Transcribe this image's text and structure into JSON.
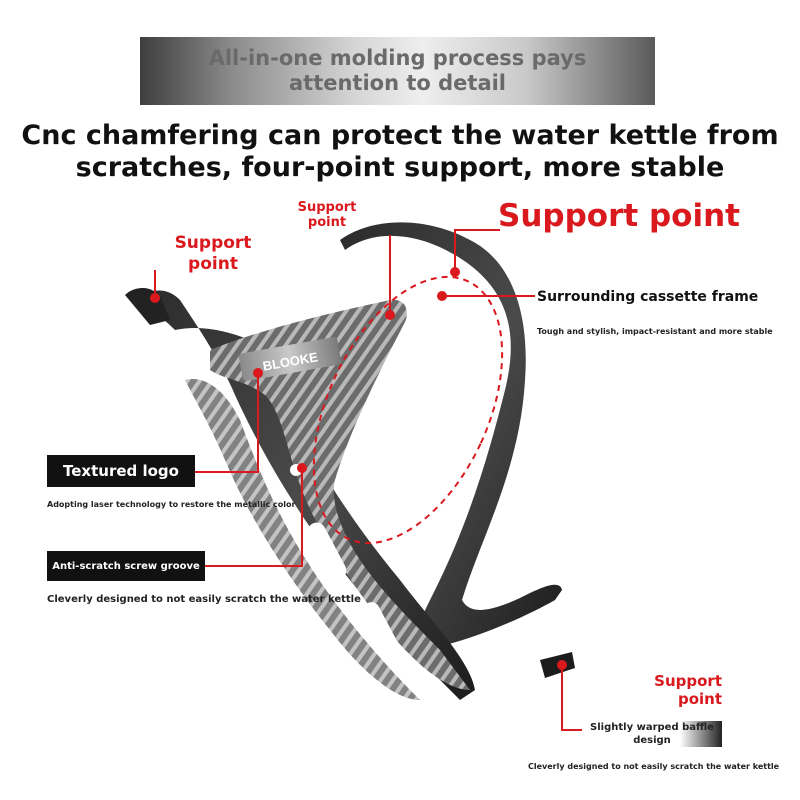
{
  "banner": {
    "line1": "All-in-one molding process pays",
    "line2": "attention to detail"
  },
  "headline": {
    "line1": "Cnc chamfering can protect the water kettle from",
    "line2": "scratches, four-point support, more stable"
  },
  "callouts": {
    "support_top_left": {
      "line1": "Support",
      "line2": "point"
    },
    "support_top_center": {
      "line1": "Support",
      "line2": "point"
    },
    "support_big": "Support point",
    "support_bottom": {
      "line1": "Support",
      "line2": "point"
    },
    "frame": {
      "title": "Surrounding cassette frame",
      "desc": "Tough and stylish, impact-resistant and more stable"
    },
    "logo": {
      "title": "Textured logo",
      "desc": "Adopting laser technology to restore the metallic color"
    },
    "groove": {
      "title": "Anti-scratch screw groove",
      "desc": "Cleverly designed to not easily scratch the water kettle"
    },
    "baffle": {
      "title_line1": "Slightly warped baffle",
      "title_line2": "design",
      "desc": "Cleverly designed to not easily scratch the water kettle"
    }
  },
  "product": {
    "brand": "BLOOKE"
  },
  "colors": {
    "accent_red": "#d9191d",
    "box_black": "#111111"
  }
}
